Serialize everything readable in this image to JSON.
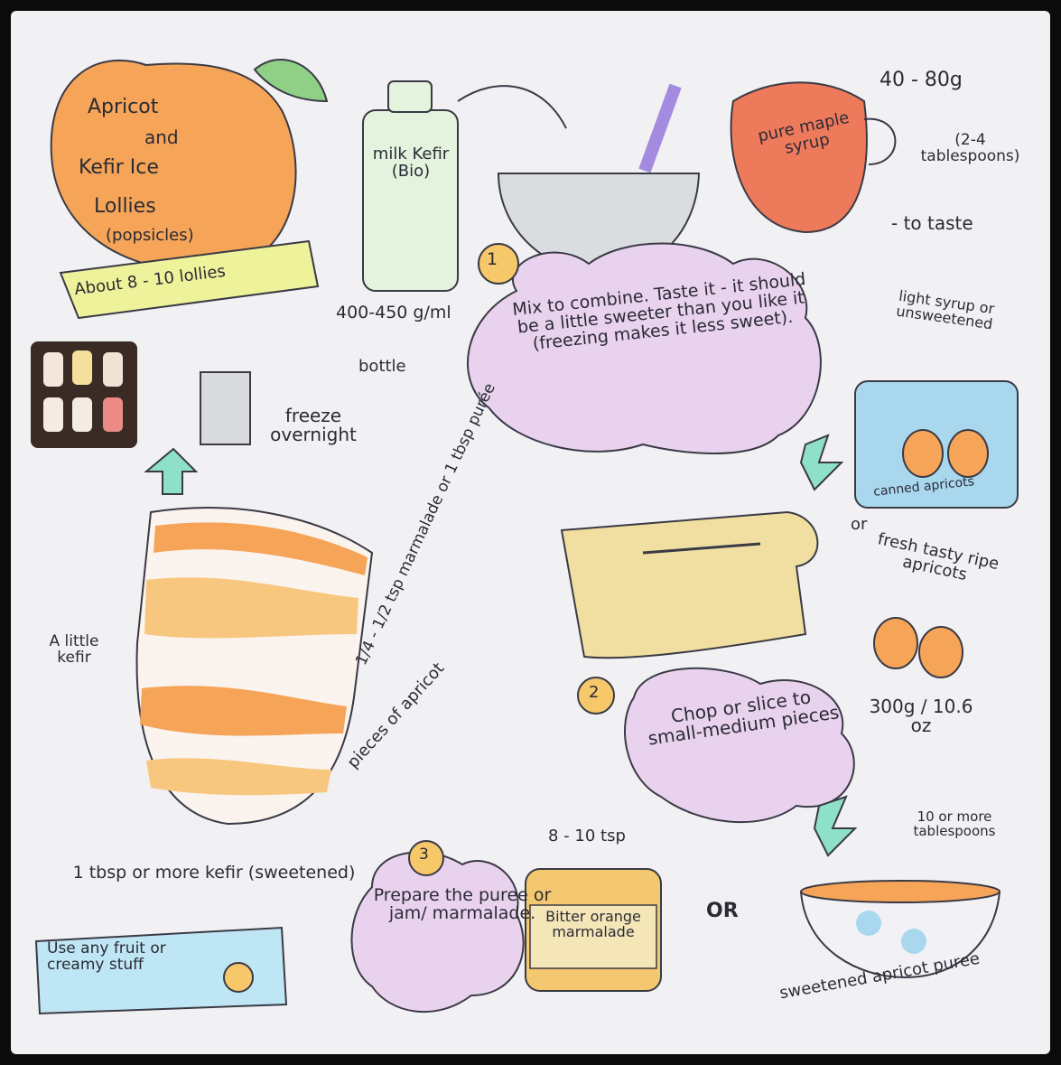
{
  "title": {
    "line1": "Apricot",
    "line2": "and",
    "line3": "Kefir Ice",
    "line4": "Lollies",
    "line5": "(popsicles)"
  },
  "yield": "About 8 - 10 lollies",
  "kefir": {
    "label": "milk Kefir (Bio)",
    "amount": "400-450 g/ml",
    "unit": "bottle"
  },
  "syrup": {
    "label": "pure maple syrup",
    "amount": "40 - 80g",
    "alt": "(2-4 tablespoons)",
    "note": "- to taste"
  },
  "step1": {
    "number": "1",
    "text": "Mix to combine. Taste it - it should be a little sweeter than you like it (freezing makes it less sweet)."
  },
  "freeze": "freeze overnight",
  "canned": {
    "top": "light syrup or unsweetened",
    "label": "canned apricots",
    "or": "or"
  },
  "fresh": {
    "label": "fresh tasty ripe apricots",
    "weight": "300g / 10.6 oz"
  },
  "cup": {
    "little_kefir": "A little kefir",
    "marmalade": "1/4 - 1/2 tsp marmalade or 1 tbsp purée",
    "pieces": "pieces of apricot",
    "bottom": "1 tbsp or more kefir (sweetened)"
  },
  "step2": {
    "number": "2",
    "text": "Chop or slice to small-medium pieces"
  },
  "step3": {
    "number": "3",
    "text": "Prepare the puree or jam/ marmalade."
  },
  "marmalade": {
    "amount": "8 - 10 tsp",
    "label": "Bitter orange marmalade"
  },
  "or_label": "OR",
  "puree": {
    "amount": "10 or more tablespoons",
    "label": "sweetened apricot puree"
  },
  "tip": "Use any fruit or creamy stuff",
  "colors": {
    "paper": "#f1f1f4",
    "apricot": "#f5a458",
    "purple_cloud": "#e9d2ee",
    "maple": "#ee7a5c",
    "ink": "#2b2b35",
    "green": "#8fcf86"
  }
}
